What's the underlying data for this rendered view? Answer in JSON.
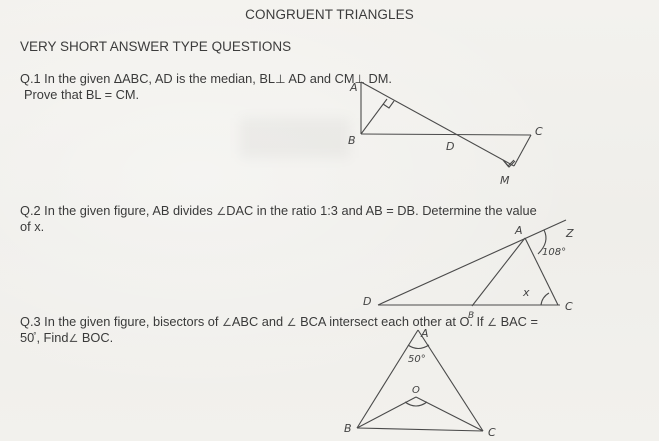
{
  "document": {
    "title": "CONGRUENT TRIANGLES",
    "section_heading": "VERY SHORT ANSWER TYPE QUESTIONS",
    "questions": [
      {
        "number": "Q.1",
        "text_line1_a": "Q.1 In the given ",
        "triangle_symbol": "Δ",
        "text_line1_b": "ABC, AD is the median, BL",
        "perp_symbol_1": "⊥",
        "text_line1_c": " AD and CM",
        "perp_symbol_2": "⊥",
        "text_line1_d": " DM.",
        "text_line2": "Prove that BL = CM.",
        "figure": {
          "labels": {
            "A": "A",
            "B": "B",
            "C": "C",
            "D": "D",
            "M": "M"
          },
          "right_angle_marks": [
            "L on AD",
            "M on DM"
          ]
        }
      },
      {
        "number": "Q.2",
        "text_line1_a": "Q.2 In the given figure, AB divides ",
        "angle_symbol": "∠",
        "text_line1_b": "DAC in the ratio 1:3 and AB = DB. Determine the value",
        "text_line2": "of x.",
        "figure": {
          "labels": {
            "A": "A",
            "B": "B",
            "C": "C",
            "D": "D",
            "E": "Z"
          },
          "exterior_angle": "108°",
          "unknown": "x"
        }
      },
      {
        "number": "Q.3",
        "text_line1_a": "Q.3 In the given figure, bisectors of ",
        "angle_symbol_1": "∠",
        "text_line1_b": "ABC and ",
        "angle_symbol_2": "∠",
        "text_line1_c": " BCA intersect each other at O. If ",
        "angle_symbol_3": "∠",
        "text_line1_d": " BAC =",
        "text_line2_a": "50",
        "degree": "°",
        "text_line2_b": ", Find",
        "angle_symbol_4": "∠",
        "text_line2_c": " BOC.",
        "figure": {
          "labels": {
            "A": "A",
            "B": "B",
            "C": "C",
            "O": "O"
          },
          "apex_angle": "50°"
        }
      }
    ]
  },
  "colors": {
    "paper": "#f1f0ec",
    "print_text": "#3a3a3a",
    "pencil": "#555555"
  }
}
